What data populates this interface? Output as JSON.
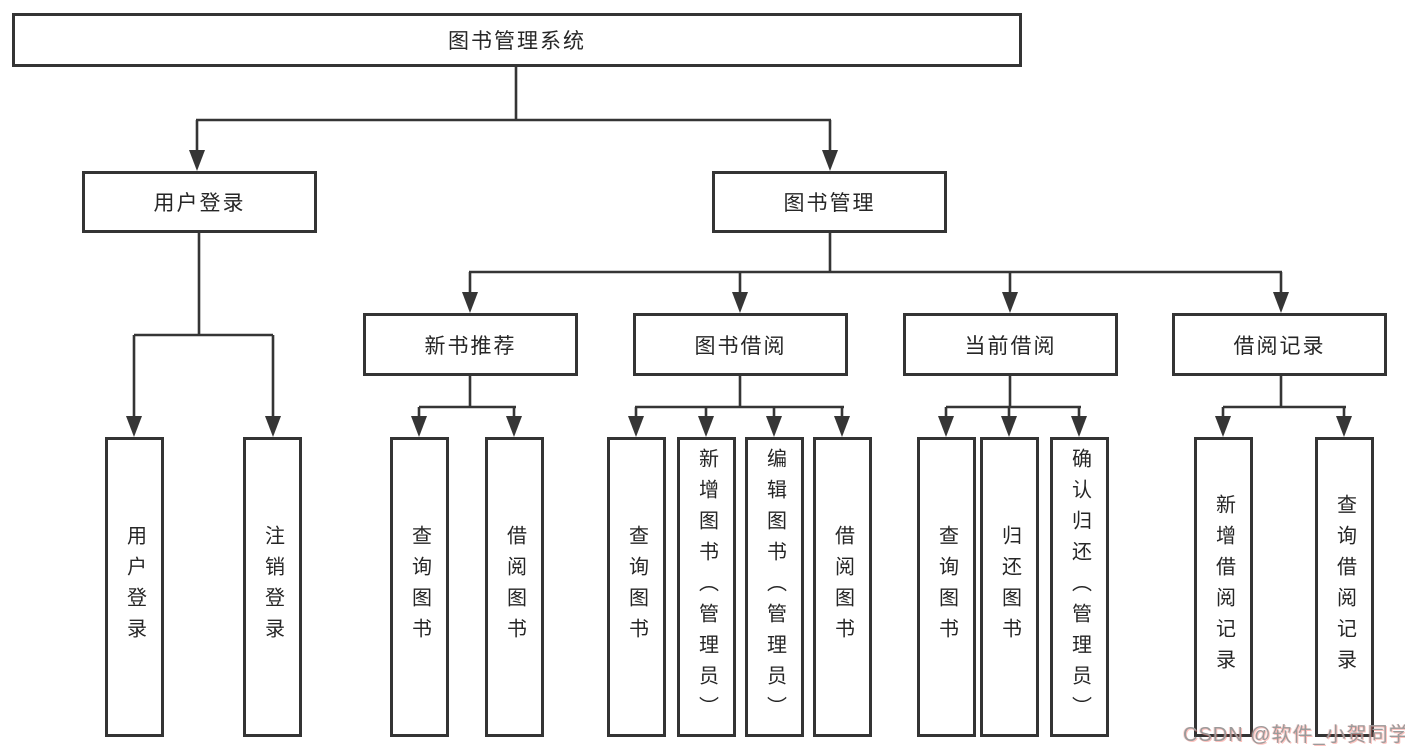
{
  "diagram": {
    "root": {
      "label": "图书管理系统"
    },
    "level2": [
      {
        "label": "用户登录"
      },
      {
        "label": "图书管理"
      }
    ],
    "user_children": [
      "用户登录",
      "注销登录"
    ],
    "sections": [
      {
        "label": "新书推荐",
        "children": [
          "查询图书",
          "借阅图书"
        ]
      },
      {
        "label": "图书借阅",
        "children": [
          "查询图书",
          "新增图书（管理员）",
          "编辑图书（管理员）",
          "借阅图书"
        ]
      },
      {
        "label": "当前借阅",
        "children": [
          "查询图书",
          "归还图书",
          "确认归还（管理员）"
        ]
      },
      {
        "label": "借阅记录",
        "children": [
          "新增借阅记录",
          "查询借阅记录"
        ]
      }
    ],
    "watermark": {
      "text": "CSDN @软件_小贺同学"
    }
  }
}
